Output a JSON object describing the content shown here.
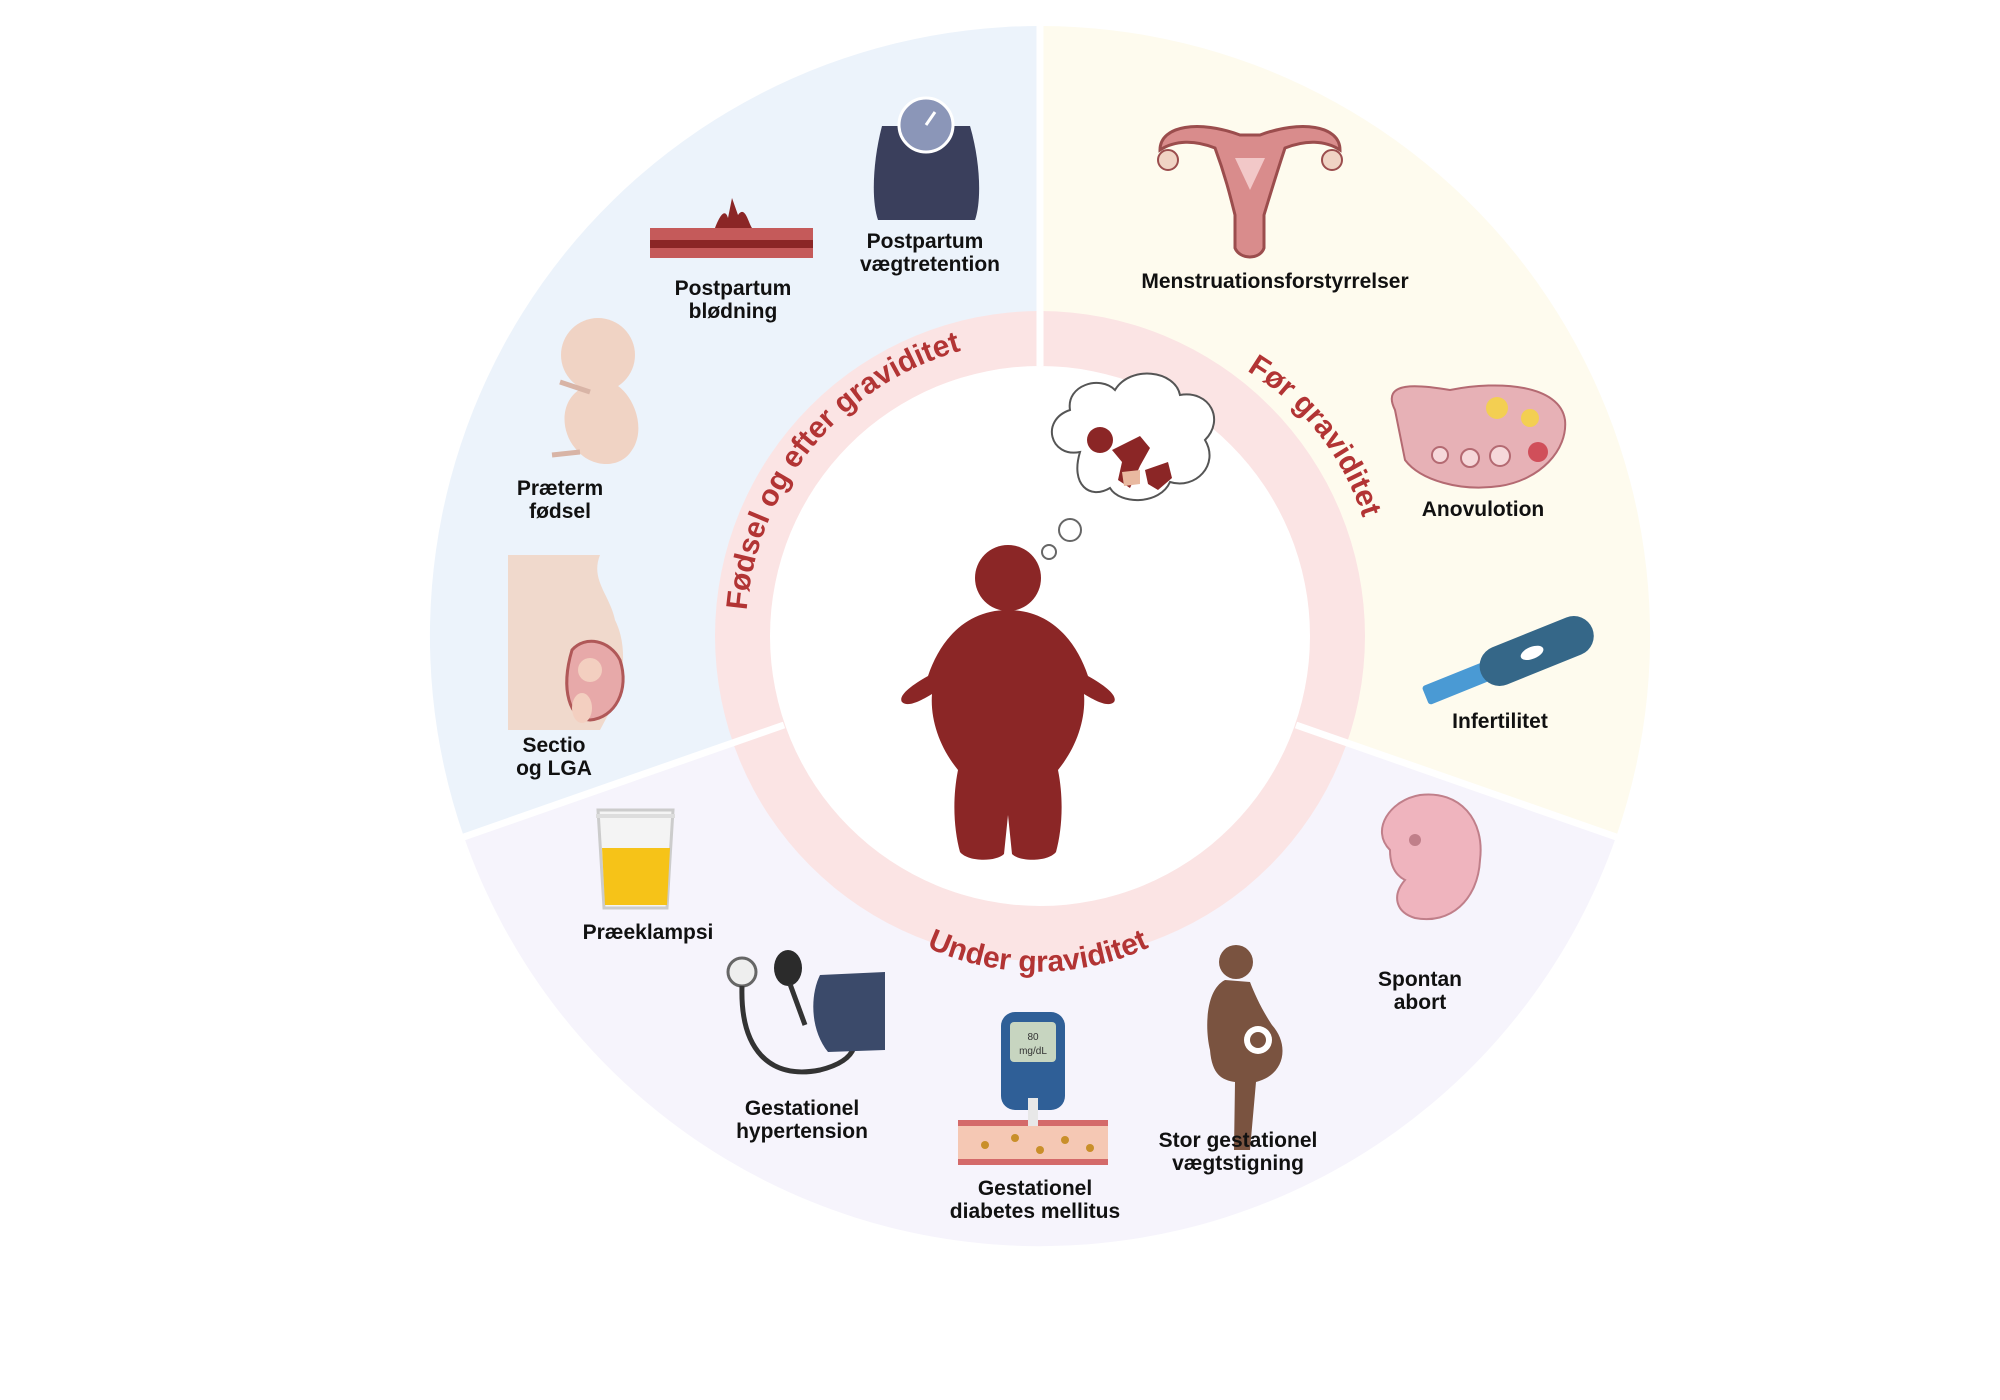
{
  "arcs": {
    "before": "Før graviditet",
    "during": "Under graviditet",
    "after": "Fødsel og efter graviditet"
  },
  "items": {
    "menstruation": "Menstruationsforstyrrelser",
    "anovulation": "Anovulotion",
    "infertility": "Infertilitet",
    "abortion_1": "Spontan",
    "abortion_2": "abort",
    "weight_gain_1": "Stor gestationel",
    "weight_gain_2": "vægtstigning",
    "diabetes_1": "Gestationel",
    "diabetes_2": "diabetes mellitus",
    "hypertension_1": "Gestationel",
    "hypertension_2": "hypertension",
    "preeclampsia": "Præeklampsi",
    "sectio_1": "Sectio",
    "sectio_2": "og LGA",
    "preterm_1": "Præterm",
    "preterm_2": "fødsel",
    "bleeding_1": "Postpartum",
    "bleeding_2": "blødning",
    "retention_1": "Postpartum",
    "retention_2": "vægtretention"
  },
  "glucometer_reading": {
    "value": "80",
    "unit": "mg/dL"
  },
  "colors": {
    "figure": "#8b2626",
    "arc_text": "#b23434",
    "ring": "#fbe4e4",
    "sector_before": "#fefbee",
    "sector_during": "#f6f4fc",
    "sector_after": "#ecf3fb"
  }
}
